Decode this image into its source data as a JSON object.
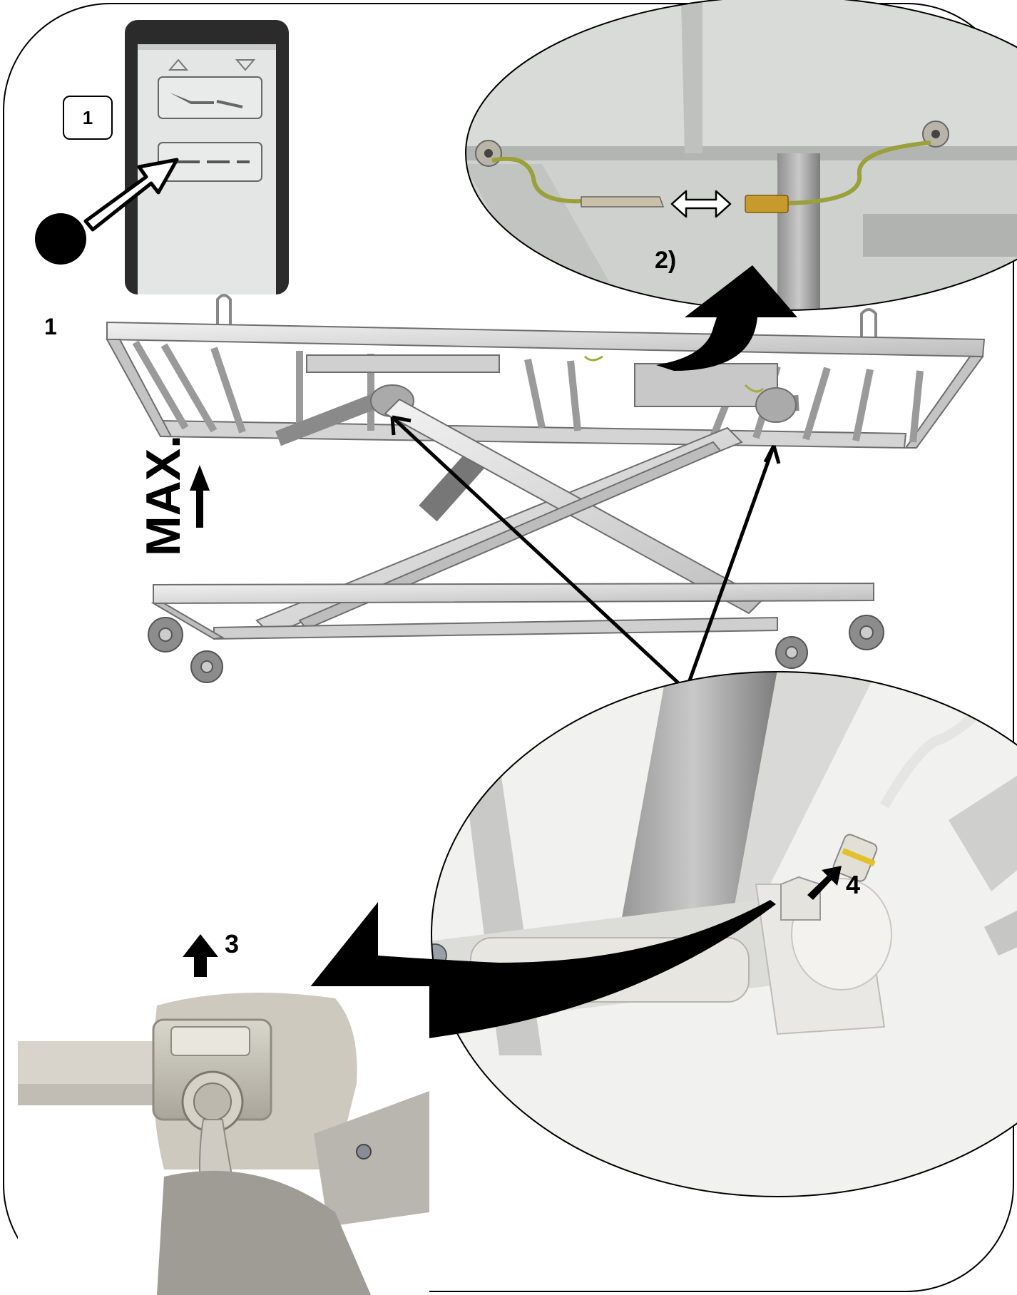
{
  "remote_step_label": "1",
  "bed_step_label": "1",
  "max_label": "MAX.",
  "ground_detail_label": "2)",
  "lift_clip_label": "3",
  "unplug_label": "4",
  "colors": {
    "frame_gray": "#cfcfcf",
    "frame_dark": "#9a9a9a",
    "remote_body": "#2b2b2b",
    "remote_face": "#e3e6e5",
    "ground_wire": "#9aa03a",
    "arrow": "#000000"
  },
  "icons": [
    "remote-control-icon",
    "press-arrow-icon",
    "up-arrow-icon",
    "double-arrow-icon",
    "curved-arrow-icon"
  ]
}
